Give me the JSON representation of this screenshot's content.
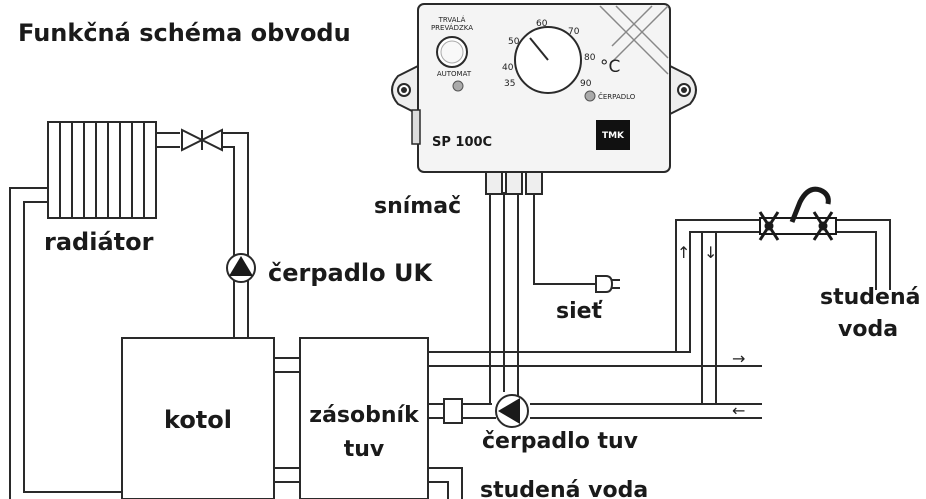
{
  "title": "Funkčná schéma obvodu",
  "labels": {
    "radiator": "radiátor",
    "pump_uk": "čerpadlo UK",
    "boiler": "kotol",
    "tank_line1": "zásobník",
    "tank_line2": "tuv",
    "pump_tuv": "čerpadlo tuv",
    "sensor": "snímač",
    "mains": "sieť",
    "cold_water_top_line1": "studená",
    "cold_water_top_line2": "voda",
    "cold_water_bottom": "studená voda"
  },
  "controller": {
    "model": "SP 100C",
    "mode_top_line1": "TRVALÁ",
    "mode_top_line2": "PREVÁDZKA",
    "mode_auto": "AUTOMAT",
    "pump_led": "ČERPADLO",
    "unit": "°C",
    "dial_values": [
      "35",
      "40",
      "50",
      "60",
      "70",
      "80",
      "90"
    ],
    "brand": "TMK"
  },
  "arrows": {
    "up": "↑",
    "down": "↓",
    "right": "→",
    "left": "←"
  },
  "colors": {
    "line": "#2a2a2a",
    "pipe_fill": "#ffffff",
    "controller_body": "#f4f4f4"
  }
}
